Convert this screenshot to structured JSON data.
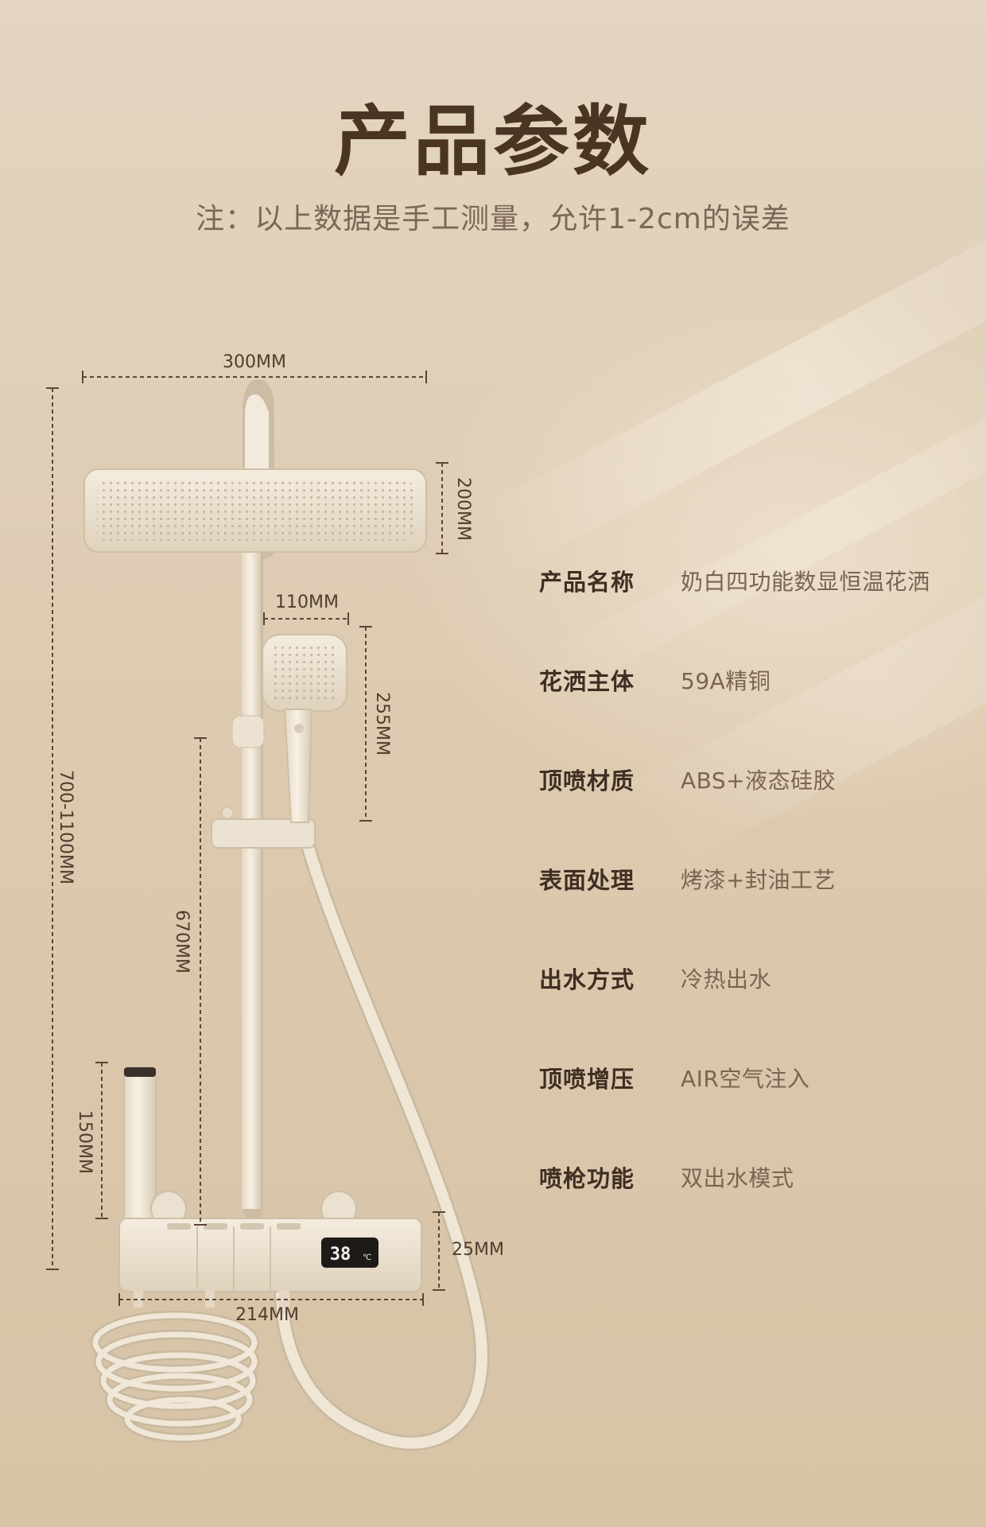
{
  "header": {
    "title": "产品参数",
    "note": "注：以上数据是手工测量，允许1-2cm的误差"
  },
  "dimensions": {
    "top_width": "300MM",
    "overall_height": "700-1100MM",
    "head_height": "200MM",
    "handheld_width": "110MM",
    "handheld_height": "255MM",
    "rail_height": "670MM",
    "spout_height": "150MM",
    "body_height": "25MM",
    "body_width": "214MM",
    "display_temp": "38",
    "display_unit": "℃"
  },
  "specs": [
    {
      "label": "产品名称",
      "value": "奶白四功能数显恒温花洒"
    },
    {
      "label": "花洒主体",
      "value": "59A精铜"
    },
    {
      "label": "顶喷材质",
      "value": "ABS+液态硅胶"
    },
    {
      "label": "表面处理",
      "value": "烤漆+封油工艺"
    },
    {
      "label": "出水方式",
      "value": "冷热出水"
    },
    {
      "label": "顶喷增压",
      "value": "AIR空气注入"
    },
    {
      "label": "喷枪功能",
      "value": "双出水模式"
    }
  ],
  "colors": {
    "background": "#ddccb3",
    "title": "#4a3422",
    "product": "#efe6d6"
  }
}
